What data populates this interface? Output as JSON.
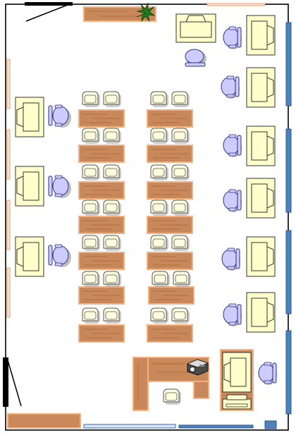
{
  "floor_plan": {
    "walls_color": "#000000",
    "window_color": "#4f81bd",
    "window_fill": "#dbe5f1",
    "wood_fill": "#c8885a",
    "wood_edge": "#f2b184",
    "chair_fill": "#ccccff",
    "chair_edge": "#2f2f7f",
    "tan_chair_fill": "#fffde0",
    "computer_fill": "#ffffcc",
    "plant_color": "#1f7a1f",
    "icons": [
      "computer-desk-icon",
      "office-chair-icon",
      "student-chair-icon",
      "potted-plant-icon",
      "projector-icon",
      "printer-icon",
      "door-icon"
    ],
    "computer_stations": {
      "left_wall": 3,
      "right_wall": 7,
      "front": 1,
      "teacher_corner": 1
    },
    "student_desks": {
      "columns": 2,
      "rows_per_column": 7,
      "chairs_per_desk": 2
    }
  }
}
